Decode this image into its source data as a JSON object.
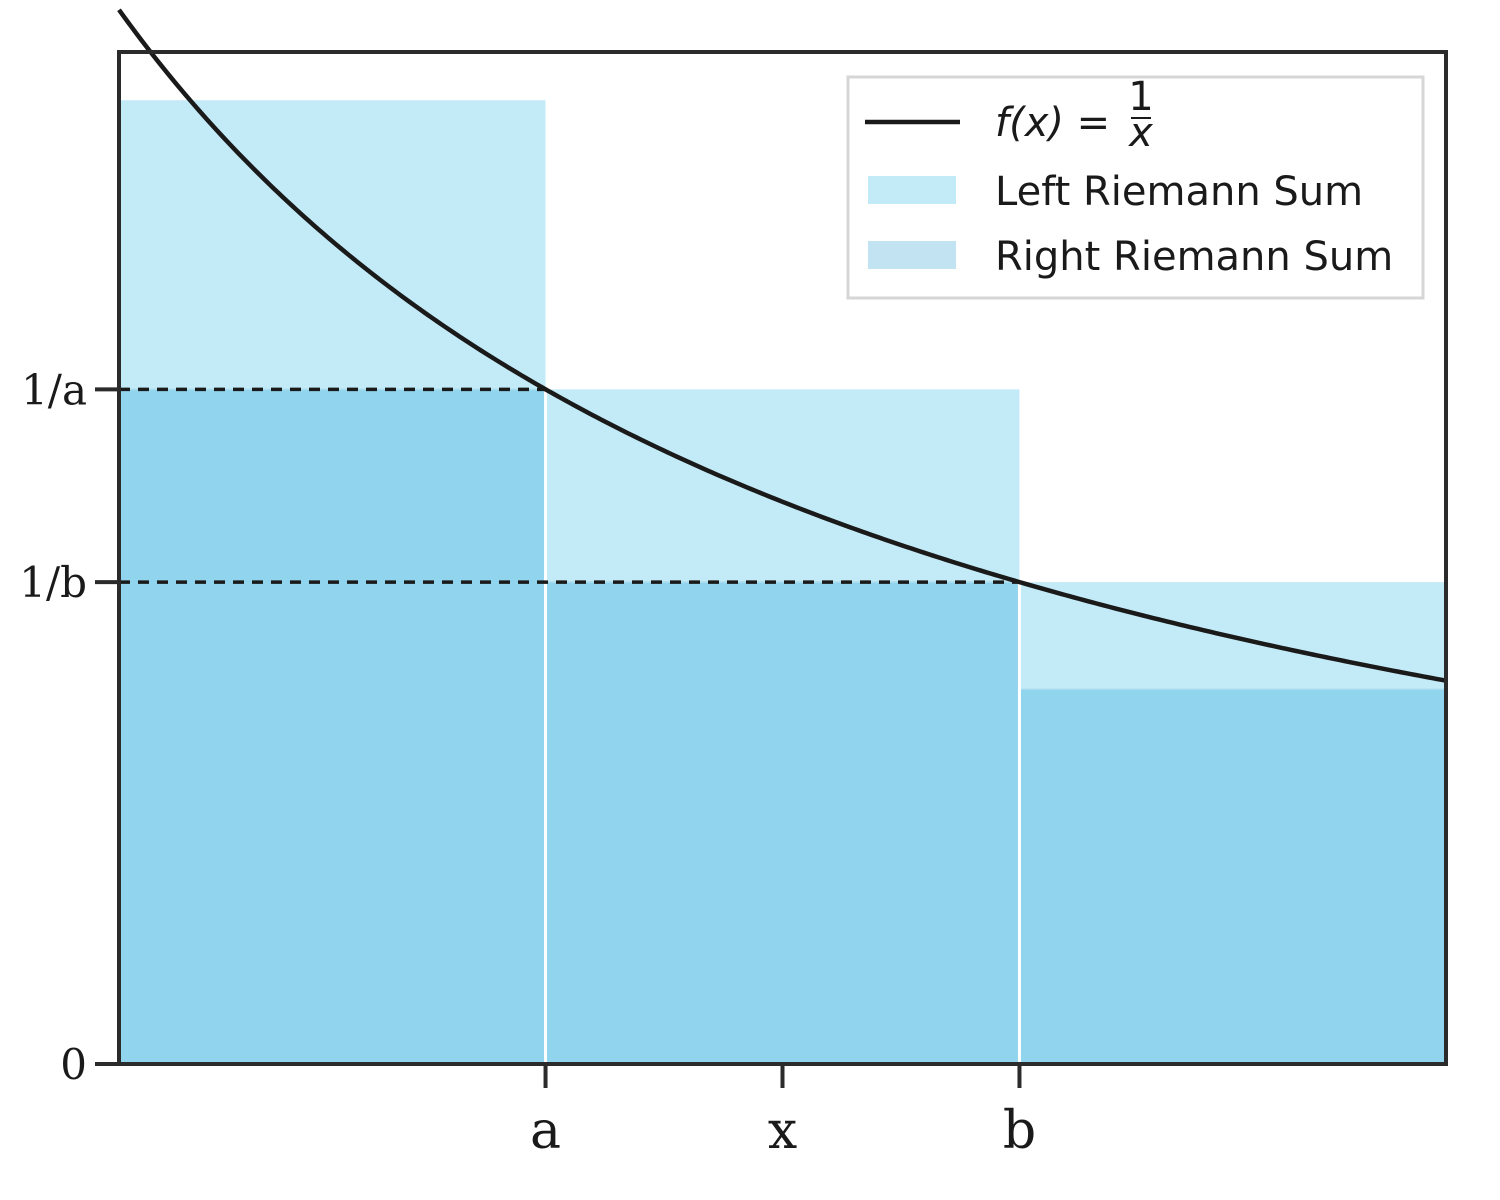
{
  "chart_data": {
    "type": "area",
    "title": "",
    "xlabel": "",
    "ylabel": "",
    "xlim": [
      1.6,
      4.4
    ],
    "ylim": [
      0,
      0.6
    ],
    "function": {
      "name_prefix": "f(x) = ",
      "numerator": "1",
      "denominator": "x",
      "x_start": 1.6,
      "x_end": 4.4
    },
    "x_ticks": [
      {
        "value": 2.5,
        "label": "a"
      },
      {
        "value": 3.0,
        "label": "x"
      },
      {
        "value": 3.5,
        "label": "b"
      }
    ],
    "y_ticks": [
      {
        "value": 0,
        "label": "0"
      },
      {
        "value": 0.4,
        "label": "1/a"
      },
      {
        "value": 0.2857,
        "label": "1/b"
      }
    ],
    "series": [
      {
        "name": "Left Riemann Sum",
        "color": "#c3ebf7",
        "bars": [
          {
            "x0": 1.6,
            "x1": 2.5,
            "height": 0.5714
          },
          {
            "x0": 2.5,
            "x1": 3.5,
            "height": 0.4
          },
          {
            "x0": 3.5,
            "x1": 4.4,
            "height": 0.2857
          }
        ]
      },
      {
        "name": "Right Riemann Sum",
        "color": "#91d4ed",
        "bars": [
          {
            "x0": 1.6,
            "x1": 2.5,
            "height": 0.4
          },
          {
            "x0": 2.5,
            "x1": 3.5,
            "height": 0.2857
          },
          {
            "x0": 3.5,
            "x1": 4.4,
            "height": 0.2222
          }
        ]
      }
    ],
    "reference_lines": [
      {
        "y": 0.4,
        "x_end": 2.5,
        "style": "dashed"
      },
      {
        "y": 0.2857,
        "x_end": 3.5,
        "style": "dashed"
      }
    ],
    "legend": {
      "position": "top-right",
      "line_color": "#1a1a1a",
      "left_patch_color": "#c3ebf7",
      "right_patch_color": "#c2e3f1"
    },
    "grid": false
  }
}
